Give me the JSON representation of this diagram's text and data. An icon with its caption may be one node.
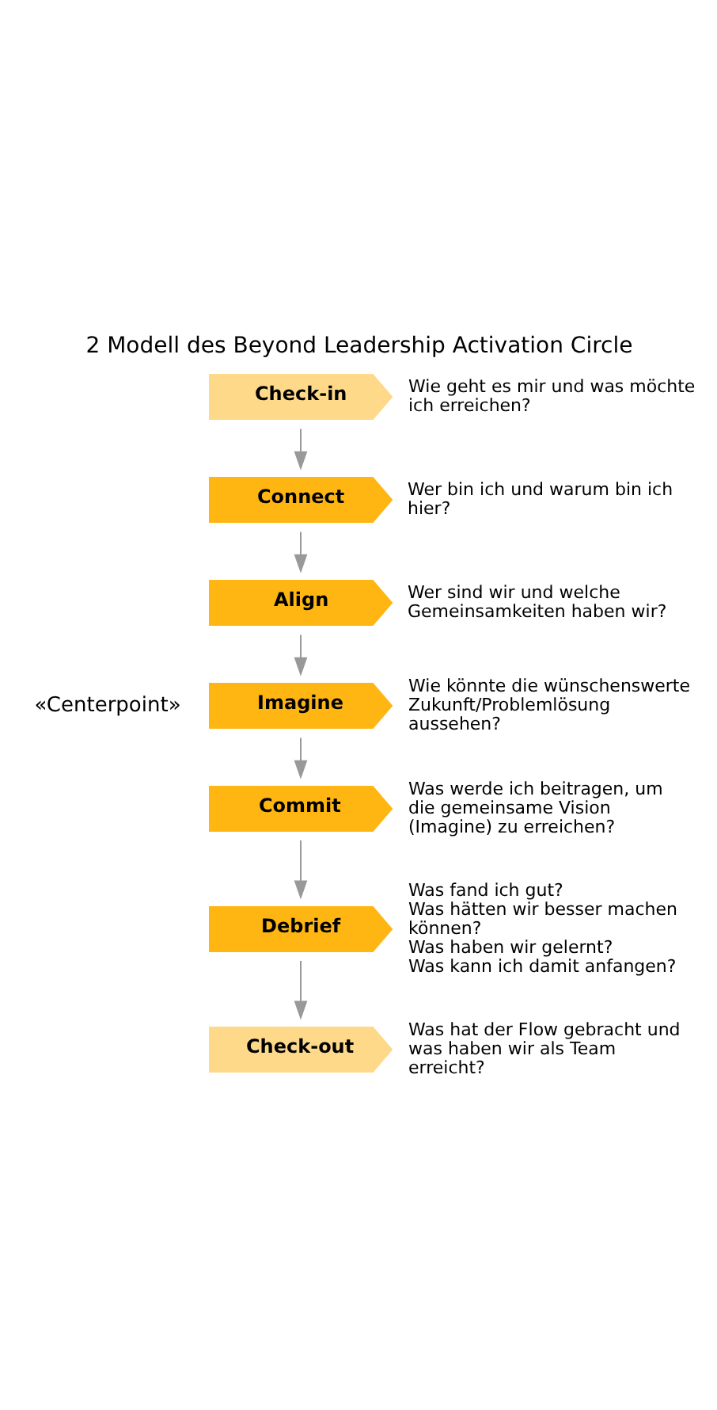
{
  "diagram": {
    "title": "2 Modell des Beyond Leadership Activation Circle",
    "nodes": [
      {
        "text": [
          "Check-in"
        ],
        "beside": [
          "Wie geht es mir und was möchte ich erreichen?"
        ]
      },
      {
        "text": [
          "Connect"
        ],
        "beside": [
          "Wer bin ich und warum bin ich hier?"
        ]
      },
      {
        "text": [
          "Align"
        ],
        "beside": [
          "Wer sind wir und welche Gemeinsamkeiten haben wir?"
        ]
      },
      {
        "text": [
          "Imagine"
        ],
        "beside": [
          "Wie könnte die wünschenswerte Zukunft/Problemlösung aussehen?"
        ]
      },
      {
        "text": [
          "Commit"
        ],
        "beside": [
          "Was werde ich beitragen, um die gemeinsame Vision (Imagine) zu erreichen?"
        ]
      },
      {
        "text": [
          "Debrief"
        ],
        "beside": [
          "Was fand ich gut?",
          "Was hätten wir besser machen können?",
          "Was haben wir gelernt?",
          "Was kann ich damit anfangen?"
        ]
      },
      {
        "text": [
          "Check-out"
        ],
        "beside": [
          "Was hat der Flow gebracht und was haben wir als Team erreicht?"
        ]
      }
    ],
    "edges": [
      {
        "from": 0,
        "to": 1,
        "arrow": "to"
      },
      {
        "from": 1,
        "to": 2,
        "arrow": "to"
      },
      {
        "from": 2,
        "to": 3,
        "arrow": "to"
      },
      {
        "from": 3,
        "to": 4,
        "arrow": "to"
      },
      {
        "from": 4,
        "to": 5,
        "arrow": "to"
      },
      {
        "from": 5,
        "to": 6,
        "arrow": "to"
      }
    ],
    "labels": [
      "«Centerpoint»"
    ]
  }
}
